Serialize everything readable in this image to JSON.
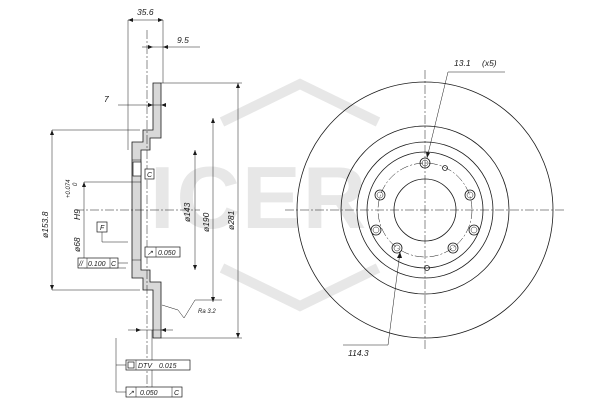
{
  "watermark": {
    "text": "ICER"
  },
  "dimensions": {
    "overall_width": "35.6",
    "hub_offset": "9.5",
    "flange_thickness": "7",
    "bore_diameter": "ø68",
    "bore_tolerance_class": "H9",
    "bore_tolerance_upper": "+0.074",
    "bore_tolerance_lower": "0",
    "hub_diameter": "ø153.8",
    "hat_diameter": "ø143",
    "inner_diameter": "ø190",
    "outer_diameter": "ø281",
    "bolt_holes": "13.1",
    "bolt_holes_count": "(x5)",
    "pitch_circle": "114.3",
    "surface_roughness": "Ra 3.2"
  },
  "datums": {
    "datum_c": "C",
    "datum_f": "F"
  },
  "tolerances": {
    "parallelism_symbol": "//",
    "parallelism_value": "0.100",
    "parallelism_datum": "C",
    "runout_symbol": "↗",
    "runout_value": "0.050",
    "dtv_label": "DTV",
    "dtv_value": "0.015",
    "axial_runout_symbol": "↗",
    "axial_runout_value": "0.050",
    "axial_runout_datum": "C"
  }
}
